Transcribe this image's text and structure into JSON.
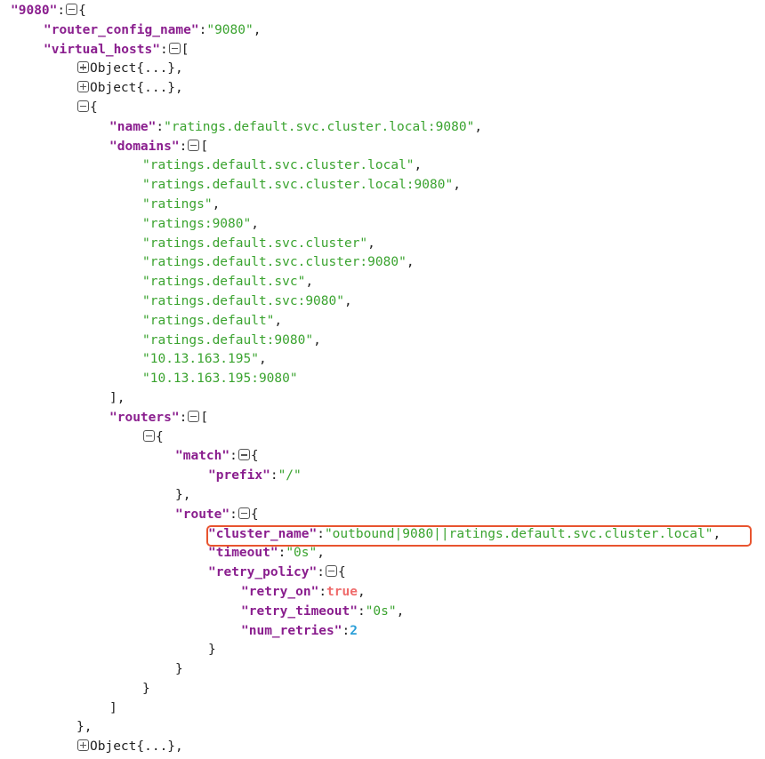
{
  "root_key": "\"9080\"",
  "router_config_name": {
    "key": "\"router_config_name\"",
    "value": "\"9080\""
  },
  "virtual_hosts_key": "\"virtual_hosts\"",
  "collapsed_object": "Object{...}",
  "vhost": {
    "name_key": "\"name\"",
    "name_value": "\"ratings.default.svc.cluster.local:9080\"",
    "domains_key": "\"domains\"",
    "domains": [
      "\"ratings.default.svc.cluster.local\"",
      "\"ratings.default.svc.cluster.local:9080\"",
      "\"ratings\"",
      "\"ratings:9080\"",
      "\"ratings.default.svc.cluster\"",
      "\"ratings.default.svc.cluster:9080\"",
      "\"ratings.default.svc\"",
      "\"ratings.default.svc:9080\"",
      "\"ratings.default\"",
      "\"ratings.default:9080\"",
      "\"10.13.163.195\"",
      "\"10.13.163.195:9080\""
    ],
    "routers_key": "\"routers\"",
    "match_key": "\"match\"",
    "prefix_key": "\"prefix\"",
    "prefix_value": "\"/\"",
    "route_key": "\"route\"",
    "cluster_name_key": "\"cluster_name\"",
    "cluster_name_value": "\"outbound|9080||ratings.default.svc.cluster.local\"",
    "timeout_key": "\"timeout\"",
    "timeout_value": "\"0s\"",
    "retry_policy_key": "\"retry_policy\"",
    "retry_on_key": "\"retry_on\"",
    "retry_on_value": "true",
    "retry_timeout_key": "\"retry_timeout\"",
    "retry_timeout_value": "\"0s\"",
    "num_retries_key": "\"num_retries\"",
    "num_retries_value": "2"
  },
  "colors": {
    "key": "#8a1e8e",
    "string": "#3aa32f",
    "boolean": "#ef6b6b",
    "number": "#2b9fd8",
    "highlight_border": "#e8542f"
  },
  "icons": {
    "expanded_toggle": "collapse-toggle-icon",
    "collapsed_toggle": "expand-toggle-icon"
  }
}
